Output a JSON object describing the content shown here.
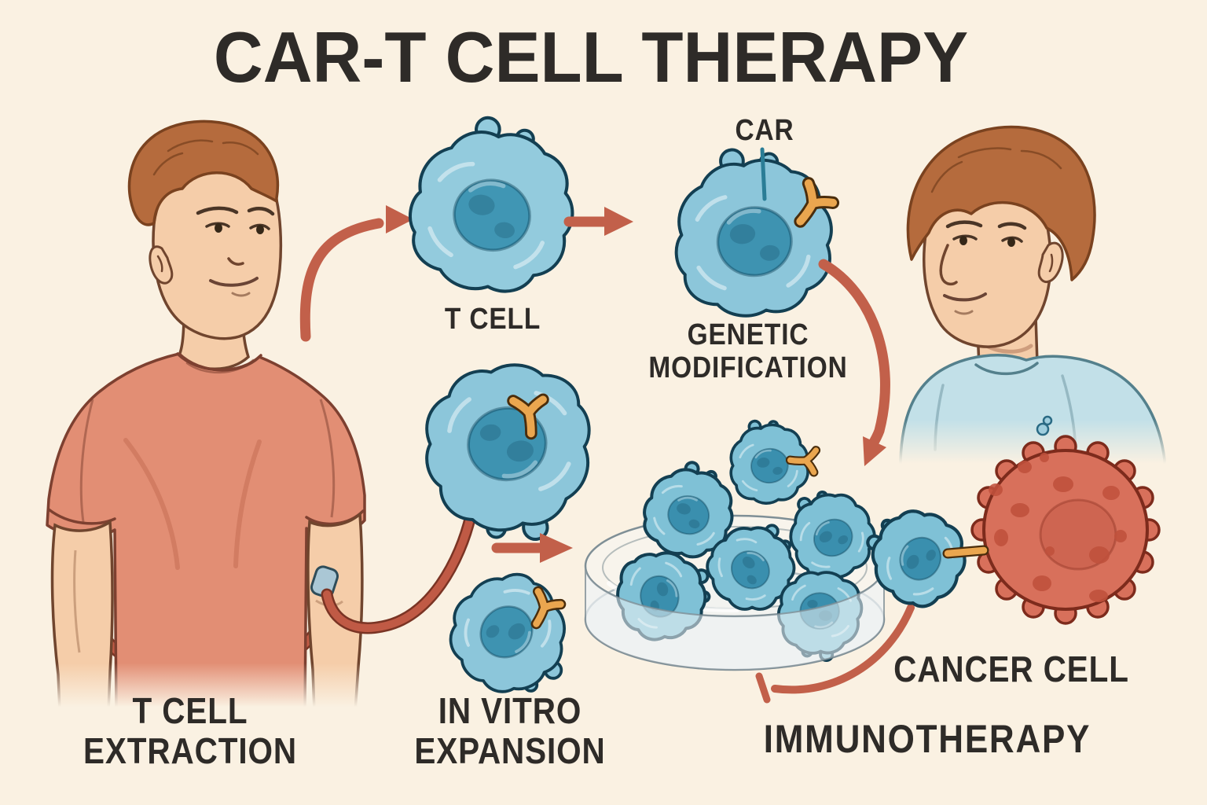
{
  "title": "CAR-T CELL THERAPY",
  "labels": {
    "t_cell": "T CELL",
    "car": "CAR",
    "genetic_modification_line1": "GENETIC",
    "genetic_modification_line2": "MODIFICATION",
    "t_cell_extraction_line1": "T CELL",
    "t_cell_extraction_line2": "EXTRACTION",
    "in_vitro_expansion_line1": "IN VITRO",
    "in_vitro_expansion_line2": "EXPANSION",
    "cancer_cell": "CANCER CELL",
    "immunotherapy": "IMMUNOTHERAPY"
  },
  "colors": {
    "background": "#FAF1E2",
    "text": "#2E2B28",
    "arrow_accent": "#C2604A",
    "cell_blue": "#8CC6DA",
    "nucleus_blue": "#4096B4",
    "cell_outline": "#17455A",
    "receptor_orange": "#E9A64F",
    "cancer_red": "#D8705B",
    "cancer_outline": "#7D2B1C",
    "skin": "#F5CDA9",
    "hair_brown": "#B56B3D",
    "patient_shirt": "#E28E74",
    "recipient_shirt": "#C2E0E8",
    "petri_glass": "#7F8F96"
  }
}
